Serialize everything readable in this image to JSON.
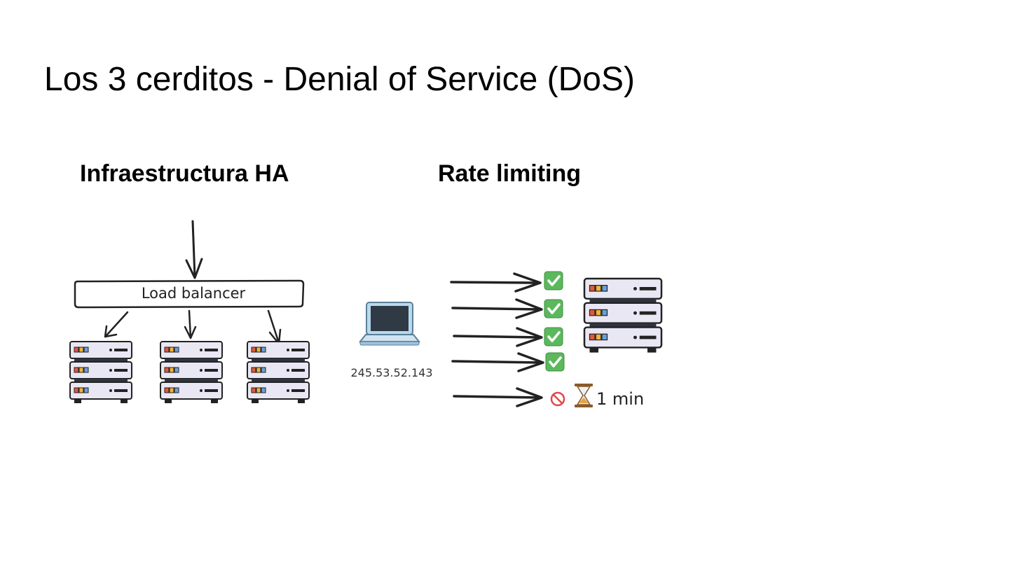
{
  "slide": {
    "title": "Los 3 cerditos - Denial of Service (DoS)"
  },
  "sections": {
    "ha": {
      "title": "Infraestructura HA",
      "load_balancer_label": "Load balancer",
      "server_count": 3
    },
    "rate_limit": {
      "title": "Rate limiting",
      "client_ip": "245.53.52.143",
      "allowed_requests": 4,
      "blocked_wait": "1 min"
    }
  },
  "colors": {
    "stroke": "#222222",
    "server_body": "#e9e7f4",
    "check_green": "#5cb85c",
    "block_red": "#e04848",
    "hourglass": "#e8a33d"
  }
}
